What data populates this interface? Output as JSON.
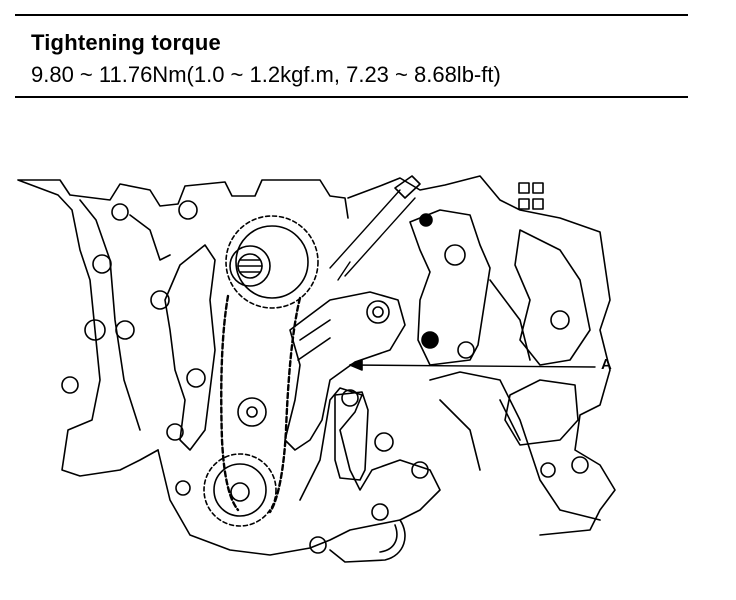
{
  "spec": {
    "title": "Tightening torque",
    "value": "9.80 ~ 11.76Nm(1.0 ~ 1.2kgf.m, 7.23 ~ 8.68lb-ft)"
  },
  "callout": {
    "label": "A"
  }
}
